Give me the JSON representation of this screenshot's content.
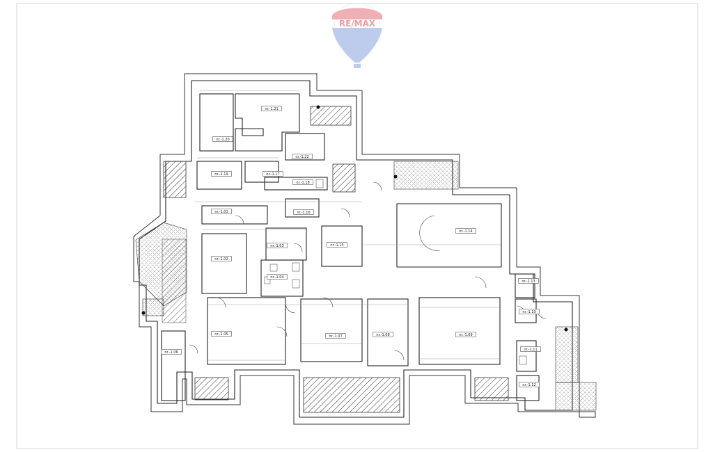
{
  "brand": {
    "logo_text": "RE/MAX",
    "colors": {
      "red": "#e0505a",
      "blue": "#6f8fd6"
    }
  },
  "rooms": [
    {
      "id": "r20",
      "label": "nr.-1.20"
    },
    {
      "id": "r21",
      "label": "nr.-1.21"
    },
    {
      "id": "r22",
      "label": "nr.-1.22"
    },
    {
      "id": "r19",
      "label": "nr.-1.19"
    },
    {
      "id": "r17",
      "label": "nr.-1.17"
    },
    {
      "id": "r18",
      "label": "nr.-1.18"
    },
    {
      "id": "r16",
      "label": "nr.-1.16"
    },
    {
      "id": "r01",
      "label": "nr.-1.01"
    },
    {
      "id": "r02",
      "label": "nr.-1.02"
    },
    {
      "id": "r03",
      "label": "nr.-1.03"
    },
    {
      "id": "r04",
      "label": "nr.-1.04"
    },
    {
      "id": "r15",
      "label": "nr.-1.15"
    },
    {
      "id": "r14",
      "label": "nr.-1.14"
    },
    {
      "id": "r13",
      "label": "nr.-1.13"
    },
    {
      "id": "r10",
      "label": "nr.-1.10"
    },
    {
      "id": "r11",
      "label": "nr.-1.11"
    },
    {
      "id": "r12",
      "label": "nr.-1.12"
    },
    {
      "id": "r05",
      "label": "nr.-1.05"
    },
    {
      "id": "r06",
      "label": "nr.-1.06"
    },
    {
      "id": "r07",
      "label": "nr.-1.07"
    },
    {
      "id": "r08",
      "label": "nr.-1.08"
    },
    {
      "id": "r09",
      "label": "nr.-1.09"
    }
  ]
}
